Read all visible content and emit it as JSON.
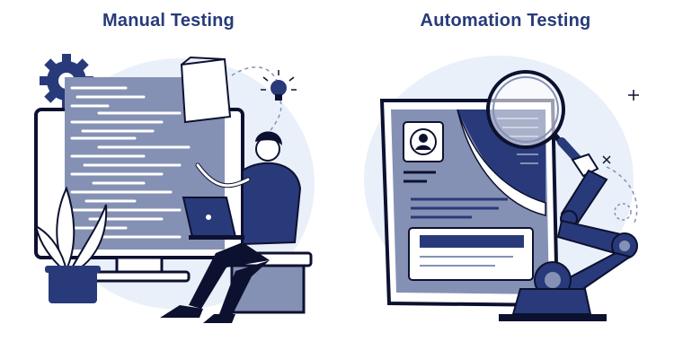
{
  "panels": {
    "manual": {
      "title": "Manual Testing"
    },
    "automation": {
      "title": "Automation Testing"
    }
  },
  "colors": {
    "navy": "#283a7a",
    "slate": "#8591b4",
    "pale_blue": "#e8eef8",
    "dark": "#0d1130"
  },
  "icons": {
    "manual": [
      "gear-icon",
      "document-icon",
      "lightbulb-icon",
      "monitor-icon",
      "laptop-icon",
      "plant-icon",
      "person-illustration"
    ],
    "automation": [
      "profile-card-icon",
      "magnifier-icon",
      "robot-arm-icon",
      "sparkle-icon"
    ]
  }
}
